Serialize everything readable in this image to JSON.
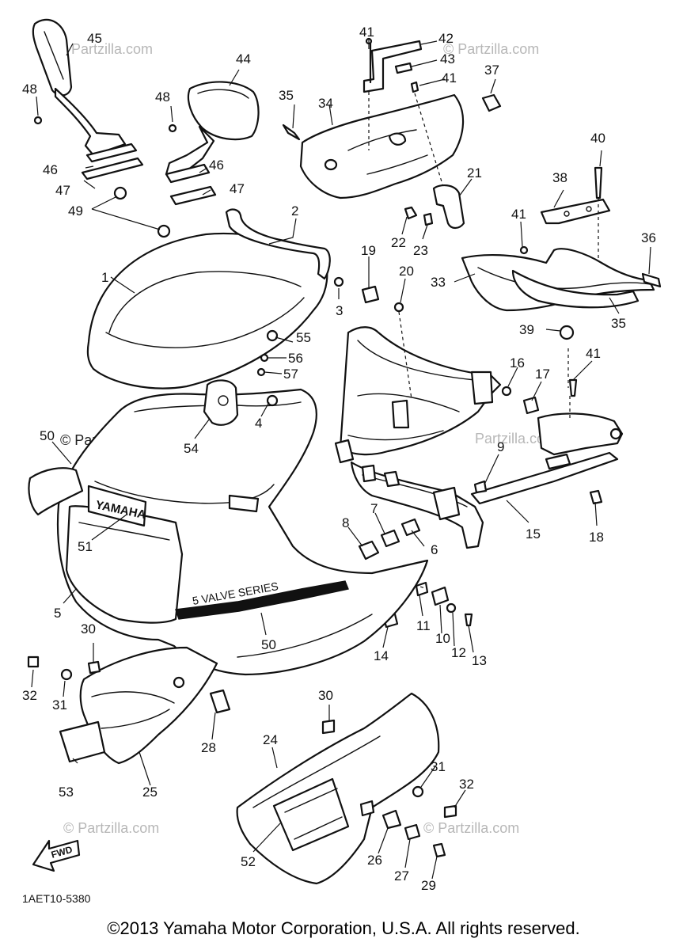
{
  "diagram": {
    "drawing_code": "1AET10-5380",
    "watermark": "© Partzilla.com",
    "watermark_short": "Partzilla.com",
    "fwd_label": "FWD",
    "brand_label": "YAMAHA",
    "decal_label": "5 VALVE SERIES",
    "callouts": [
      "1",
      "2",
      "3",
      "4",
      "5",
      "6",
      "7",
      "8",
      "9",
      "10",
      "11",
      "12",
      "13",
      "14",
      "15",
      "16",
      "17",
      "18",
      "19",
      "20",
      "21",
      "22",
      "23",
      "24",
      "25",
      "26",
      "27",
      "28",
      "29",
      "30",
      "31",
      "32",
      "33",
      "34",
      "35",
      "36",
      "37",
      "38",
      "39",
      "40",
      "41",
      "42",
      "43",
      "44",
      "45",
      "46",
      "47",
      "48",
      "49",
      "50",
      "51",
      "52",
      "53",
      "54",
      "55",
      "56",
      "57"
    ]
  },
  "footer": {
    "copyright": "©2013  Yamaha Motor Corporation, U.S.A. All rights reserved."
  }
}
